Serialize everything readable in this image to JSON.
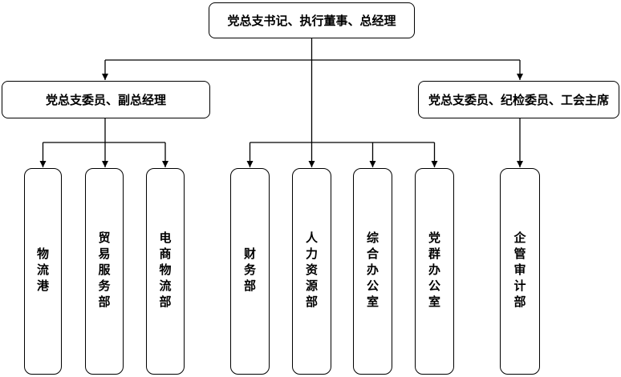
{
  "diagram": {
    "type": "org-chart",
    "background": "#ffffff",
    "line_color": "#000000",
    "box_fill": "#ffffff",
    "text_color": "#000000",
    "nodes": {
      "root": {
        "label": "党总支书记、执行董事、总经理"
      },
      "deputy_branch": {
        "label": "党总支委员、副总经理"
      },
      "discipline_branch": {
        "label": "党总支委员、纪检委员、工会主席"
      },
      "departments": [
        {
          "label": "物流港"
        },
        {
          "label": "贸易服务部"
        },
        {
          "label": "电商物流部"
        },
        {
          "label": "财务部"
        },
        {
          "label": "人力资源部"
        },
        {
          "label": "综合办公室"
        },
        {
          "label": "党群办公室"
        },
        {
          "label": "企管审计部"
        }
      ]
    }
  }
}
